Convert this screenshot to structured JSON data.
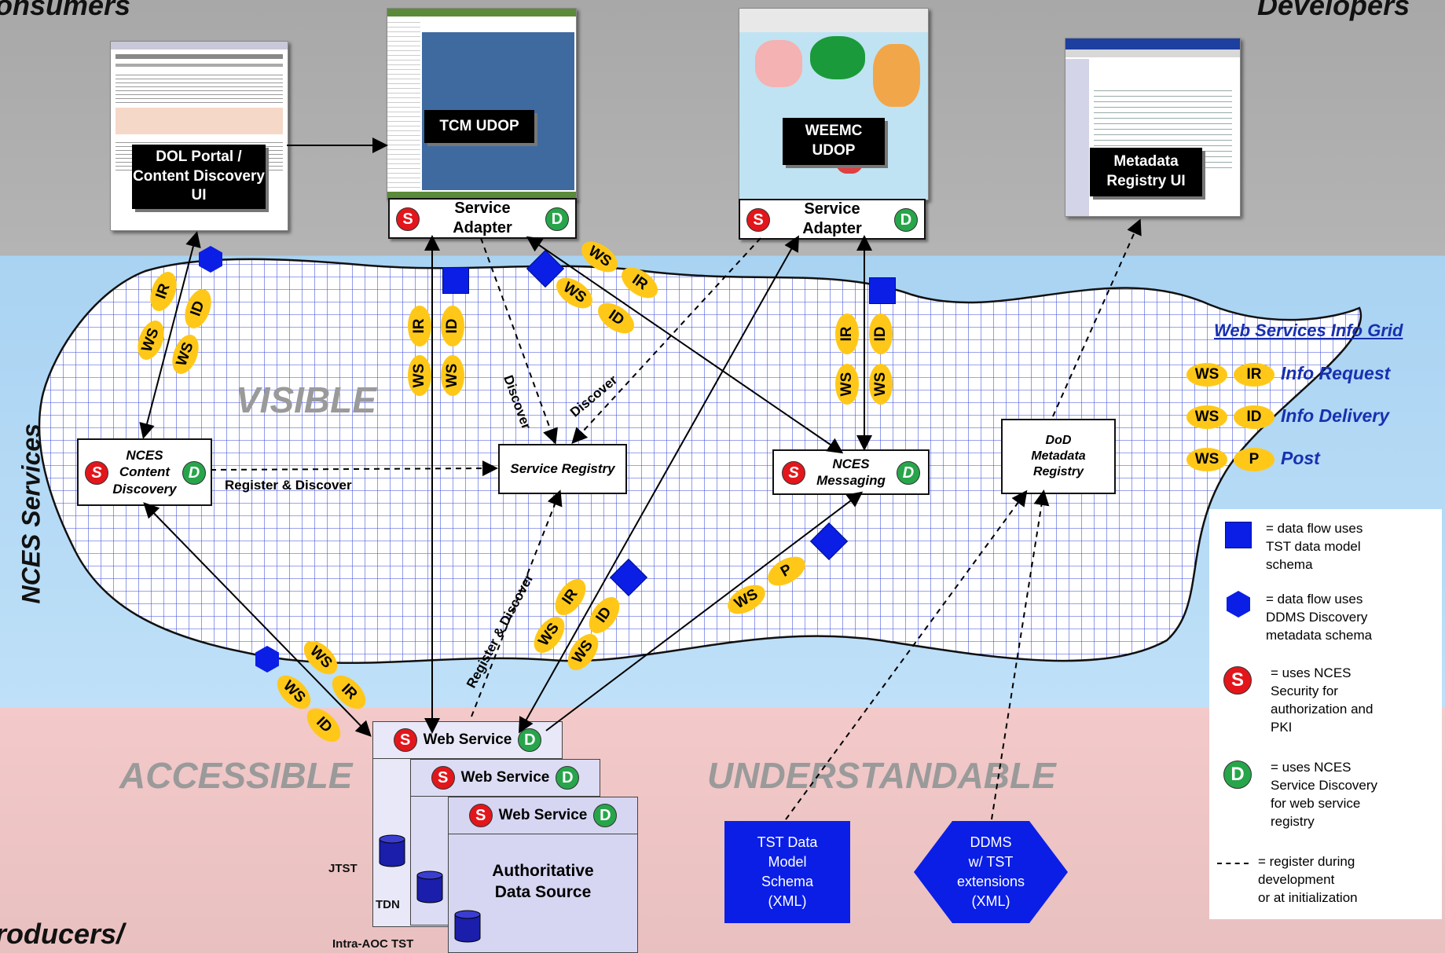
{
  "banners": {
    "consumers": "onsumers",
    "developers": "Developers",
    "producers": "roducers/",
    "nces_services": "NCES Services"
  },
  "zones": {
    "visible": "VISIBLE",
    "accessible": "ACCESSIBLE",
    "understandable": "UNDERSTANDABLE"
  },
  "screens": {
    "dol": "DOL Portal /\nContent\nDiscovery UI",
    "tcm": "TCM UDOP",
    "weemc": "WEEMC\nUDOP",
    "metadata_ui": "Metadata\nRegistry UI"
  },
  "adapters": {
    "label": "Service\nAdapter"
  },
  "badges": {
    "s": "S",
    "d": "D"
  },
  "nodes": {
    "content_discovery": "NCES\nContent\nDiscovery",
    "service_registry": "Service Registry",
    "messaging": "NCES\nMessaging",
    "dod_registry": "DoD\nMetadata\nRegistry"
  },
  "connectors": {
    "register_discover": "Register & Discover",
    "discover1": "Discover",
    "discover2": "Discover",
    "register_discover2": "Register & Discover"
  },
  "pills": {
    "ws": "WS",
    "ir": "IR",
    "id": "ID",
    "p": "P"
  },
  "web_service": {
    "label": "Web Service",
    "auth_source": "Authoritative\nData Source"
  },
  "databases": {
    "jtst": "JTST",
    "tdn": "TDN",
    "intra": "Intra-AOC TST"
  },
  "schemas": {
    "tst": "TST Data\nModel\nSchema\n(XML)",
    "ddms": "DDMS\nw/ TST\nextensions\n(XML)"
  },
  "grid_legend": {
    "title": "Web Services Info Grid",
    "rows": [
      {
        "a": "WS",
        "b": "IR",
        "label": "Info Request"
      },
      {
        "a": "WS",
        "b": "ID",
        "label": "Info Delivery"
      },
      {
        "a": "WS",
        "b": "P",
        "label": "Post"
      }
    ]
  },
  "legend": {
    "square": "= data flow uses\nTST data model\nschema",
    "hexagon": "= data flow uses\nDDMS Discovery\nmetadata schema",
    "security": "= uses NCES\nSecurity for\nauthorization and\nPKI",
    "discovery": "= uses NCES\nService Discovery\nfor web service\nregistry",
    "dashed": "= register during\ndevelopment\n or at initialization"
  },
  "colors": {
    "security": "#e3161b",
    "discovery": "#27a54a",
    "pill": "#ffc819",
    "schema": "#0a1ee6",
    "grid_text": "#1830b0"
  }
}
